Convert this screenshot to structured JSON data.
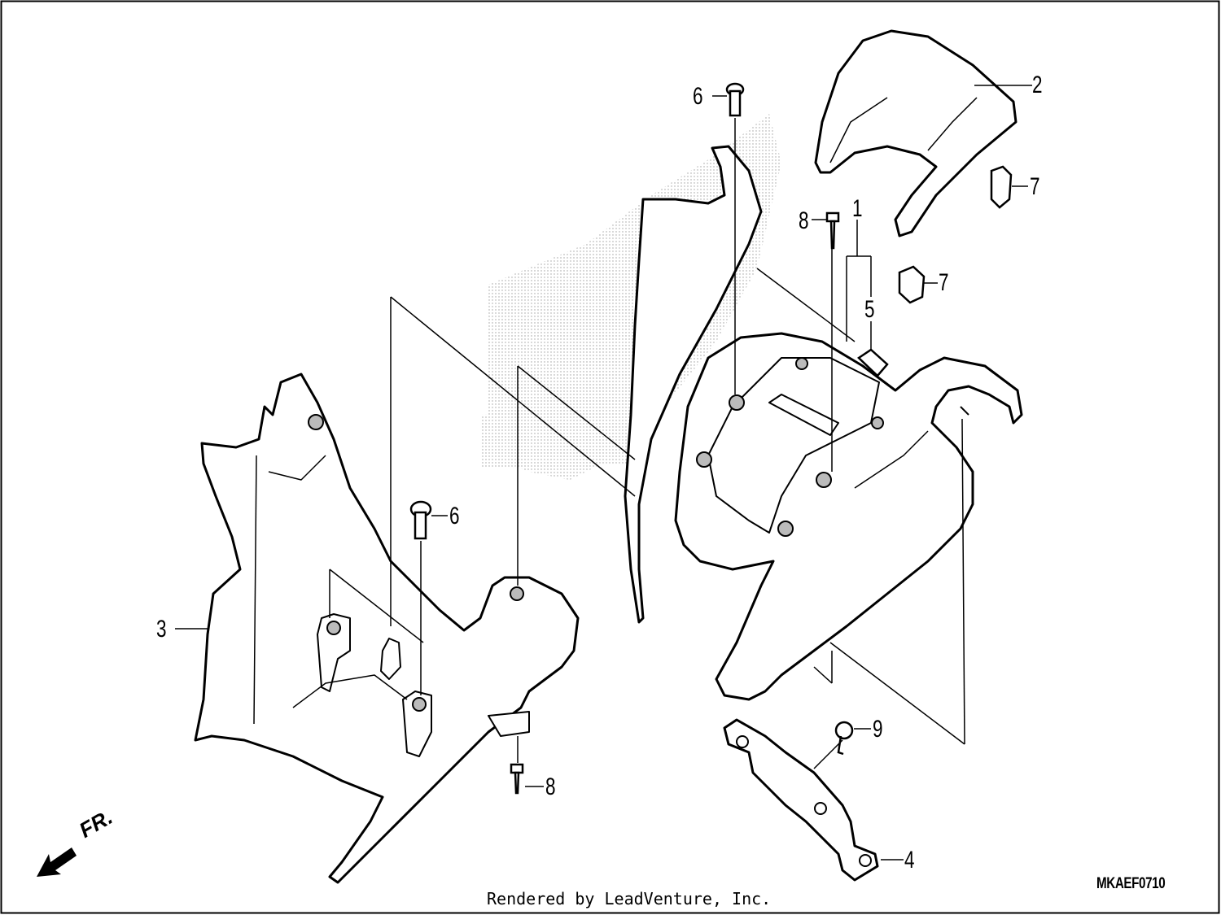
{
  "diagram": {
    "callouts": [
      {
        "id": "c1",
        "text": "1"
      },
      {
        "id": "c2",
        "text": "2"
      },
      {
        "id": "c3",
        "text": "3"
      },
      {
        "id": "c4",
        "text": "4"
      },
      {
        "id": "c5",
        "text": "5"
      },
      {
        "id": "c6a",
        "text": "6"
      },
      {
        "id": "c6b",
        "text": "6"
      },
      {
        "id": "c7a",
        "text": "7"
      },
      {
        "id": "c7b",
        "text": "7"
      },
      {
        "id": "c8a",
        "text": "8"
      },
      {
        "id": "c8b",
        "text": "8"
      },
      {
        "id": "c9",
        "text": "9"
      }
    ],
    "front_indicator": "FR.",
    "diagram_code": "MKAEF0710",
    "footer": "Rendered by LeadVenture, Inc."
  }
}
